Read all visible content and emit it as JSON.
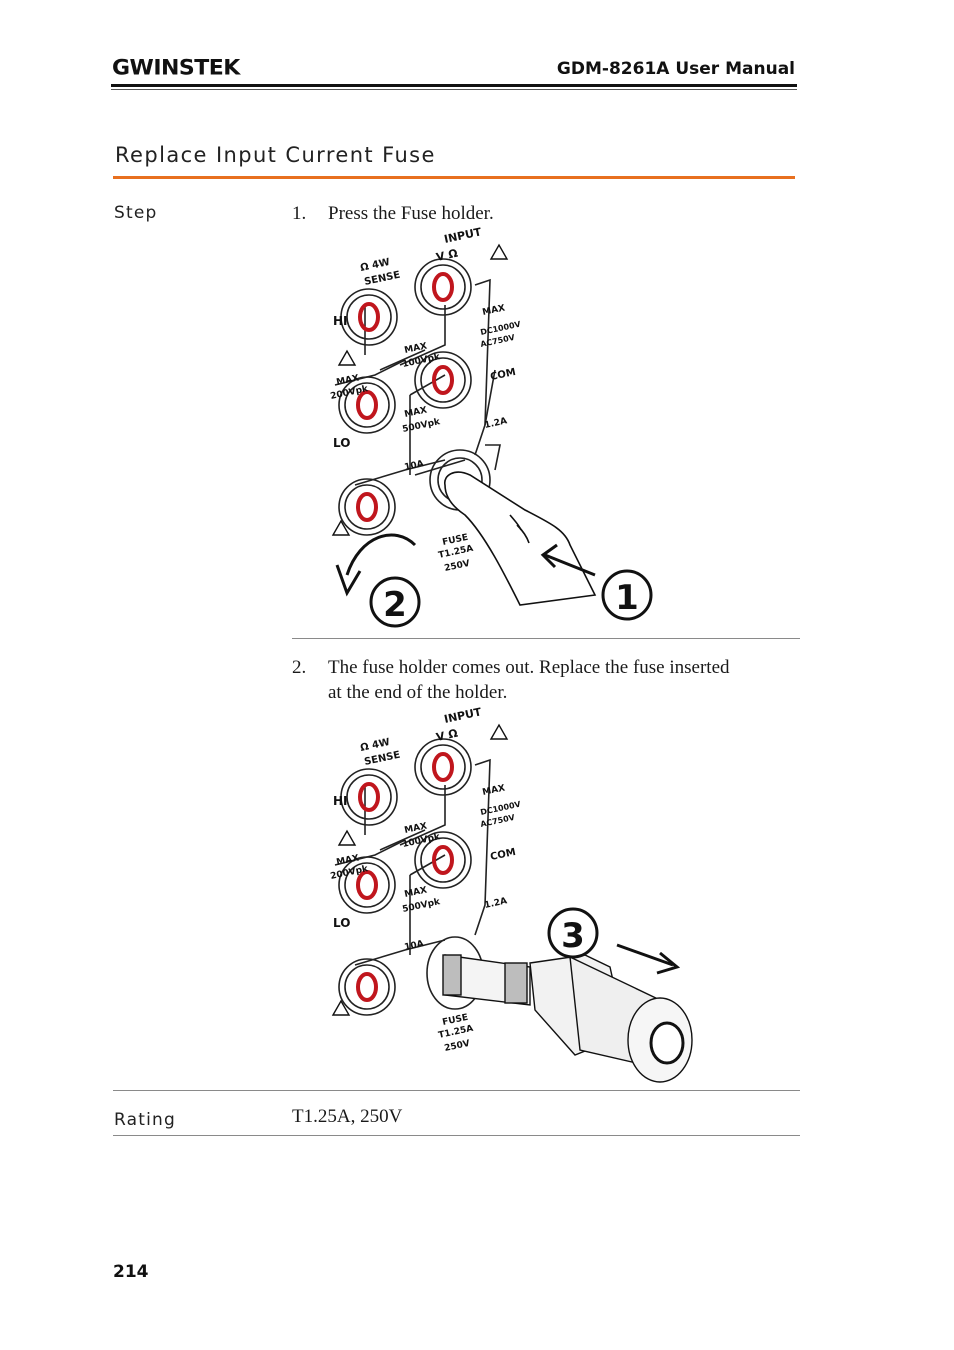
{
  "header": {
    "logo_text": "GWINSTEK",
    "manual_title": "GDM-8261A User Manual"
  },
  "section": {
    "title": "Replace Input Current Fuse",
    "accent_color": "#e8701f"
  },
  "step": {
    "label": "Step",
    "items": [
      {
        "number": "1.",
        "text": "Press the Fuse holder.",
        "callouts": [
          "1",
          "2"
        ]
      },
      {
        "number": "2.",
        "text_line1": "The fuse holder comes out. Replace the fuse inserted",
        "text_line2": "at the end of  the holder.",
        "callouts": [
          "3"
        ]
      }
    ]
  },
  "panel_labels": {
    "input": "INPUT",
    "v_ohm": "V Ω",
    "ohm_4w": "Ω  4W",
    "sense": "SENSE",
    "hi": "HI",
    "lo": "LO",
    "max": "MAX",
    "max_200vpk": "200Vpk",
    "max_100vpk": "100Vpk",
    "max_500vpk": "500Vpk",
    "dc1000v": "DC1000V",
    "ac750v": "AC750V",
    "com": "COM",
    "i_1_2a": "1.2A",
    "i_10a": "10A",
    "fuse": "FUSE",
    "fuse_t": "T1.25A",
    "fuse_v": "250V"
  },
  "rating": {
    "label": "Rating",
    "value": "T1.25A, 250V"
  },
  "footer": {
    "page_number": "214"
  },
  "colors": {
    "terminal_red": "#c0161d",
    "rule_gray": "#8a8a8a"
  }
}
